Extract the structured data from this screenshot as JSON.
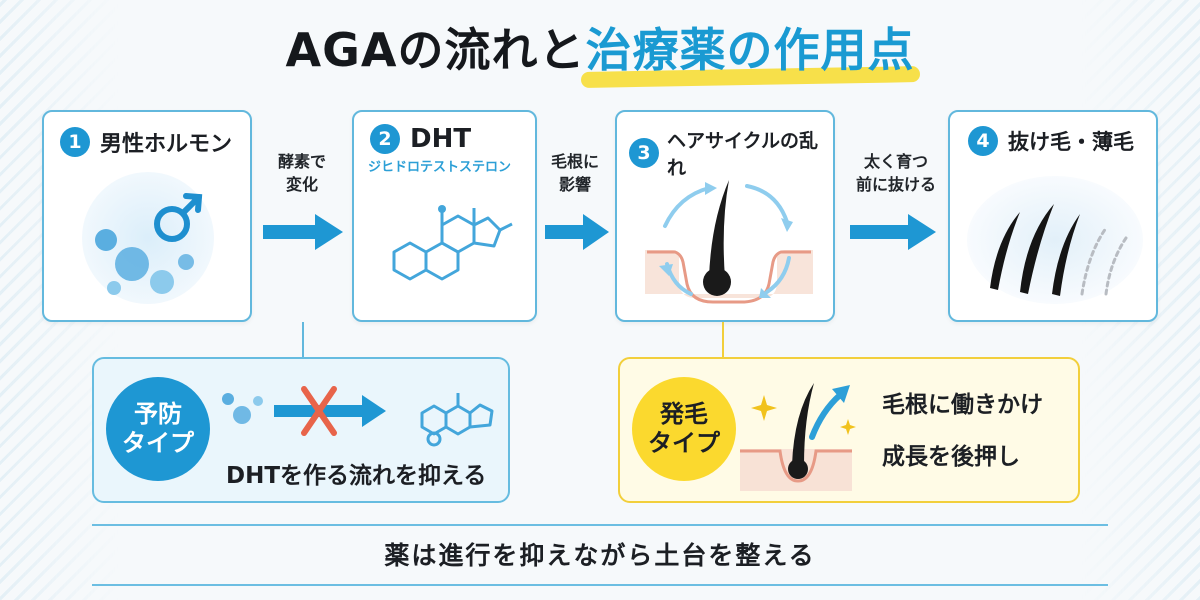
{
  "title": {
    "part1": "AGAの流れと",
    "part2": "治療薬の作用点"
  },
  "steps": [
    {
      "number": "1",
      "title": "男性ホルモン",
      "subtitle": ""
    },
    {
      "number": "2",
      "title": "DHT",
      "subtitle": "ジヒドロテストステロン"
    },
    {
      "number": "3",
      "title": "ヘアサイクルの乱れ",
      "subtitle": ""
    },
    {
      "number": "4",
      "title": "抜け毛・薄毛",
      "subtitle": ""
    }
  ],
  "arrows": [
    {
      "line1": "酵素で",
      "line2": "変化"
    },
    {
      "line1": "毛根に",
      "line2": "影響"
    },
    {
      "line1": "太く育つ",
      "line2": "前に抜ける"
    }
  ],
  "prevention": {
    "badge_line1": "予防",
    "badge_line2": "タイプ",
    "caption": "DHTを作る流れを抑える"
  },
  "growth": {
    "badge_line1": "発毛",
    "badge_line2": "タイプ",
    "text_line1": "毛根に働きかけ",
    "text_line2": "成長を後押し"
  },
  "footer": {
    "text": "薬は進行を抑えながら土台を整える"
  },
  "colors": {
    "accent_blue": "#1e97d3",
    "card_border": "#62b8dd",
    "highlight_yellow": "#f7e04a",
    "block_red": "#e8644a"
  },
  "icons": [
    "male-symbol-icon",
    "hormone-bubbles-icon",
    "steroid-molecule-icon",
    "hair-cycle-icon",
    "hair-strands-icon",
    "block-cross-icon",
    "sparkle-icon",
    "growth-arrow-icon"
  ]
}
